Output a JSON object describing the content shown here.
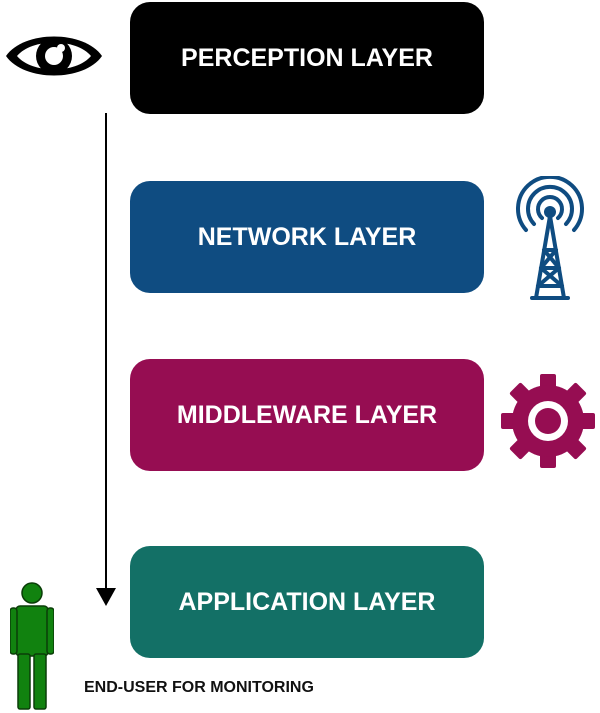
{
  "layers": [
    {
      "label": "PERCEPTION LAYER",
      "color": "#000000",
      "icon": "eye-icon"
    },
    {
      "label": "NETWORK LAYER",
      "color": "#0f4c81",
      "icon": "antenna-tower-icon"
    },
    {
      "label": "MIDDLEWARE LAYER",
      "color": "#960d52",
      "icon": "gear-icon"
    },
    {
      "label": "APPLICATION LAYER",
      "color": "#137066",
      "icon": "user-icon"
    }
  ],
  "end_user_caption": "END-USER FOR MONITORING",
  "icon_colors": {
    "eye": "#000000",
    "tower": "#0f4c81",
    "gear": "#960d52",
    "user": "#11820f"
  }
}
